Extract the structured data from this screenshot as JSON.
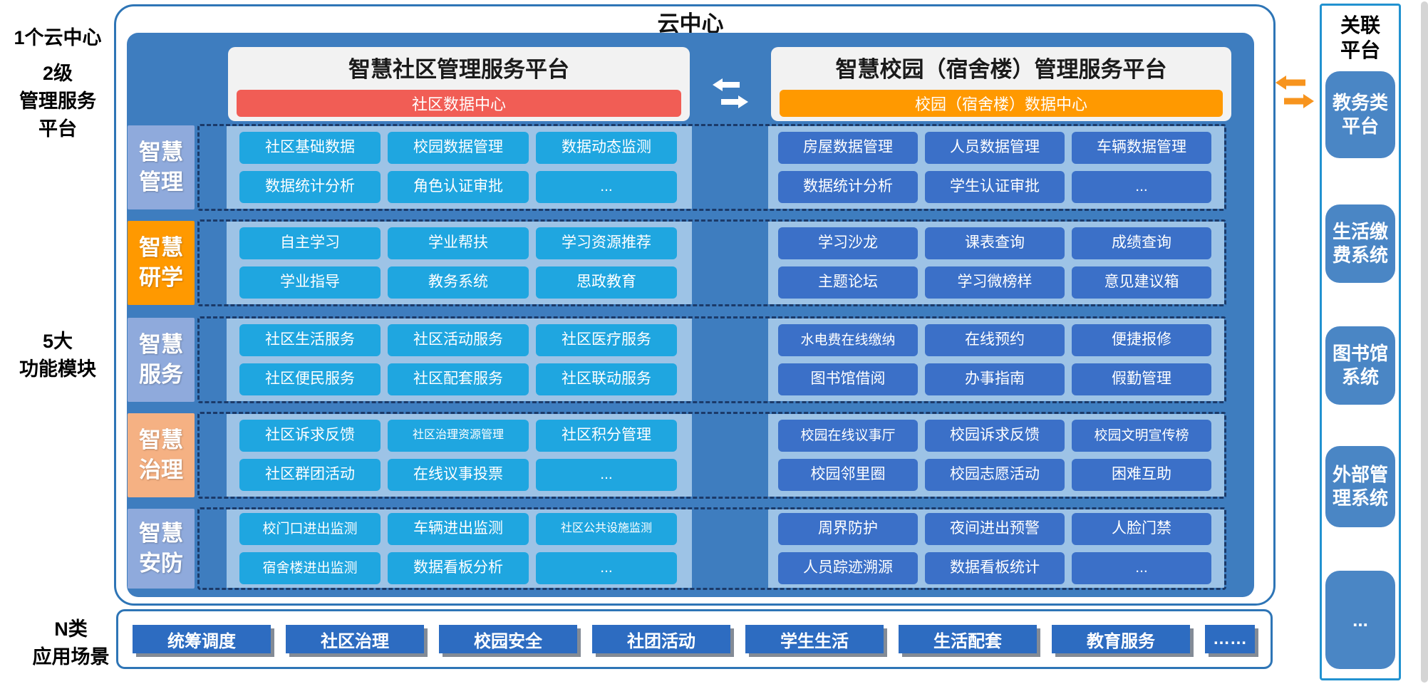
{
  "page": {
    "title": "云中心"
  },
  "left_labels": {
    "cloud_center": "1个云中心",
    "level": [
      "2级",
      "管理服务",
      "平台"
    ],
    "modules": [
      "5大",
      "功能模块"
    ],
    "scenes": [
      "N类",
      "应用场景"
    ]
  },
  "platforms": {
    "community": {
      "title": "智慧社区管理服务平台",
      "data_center": "社区数据中心",
      "bar_color": "#F15D55",
      "cell_color": "#1FA6E0"
    },
    "campus": {
      "title": "智慧校园（宿舍楼）管理服务平台",
      "data_center": "校园（宿舍楼）数据中心",
      "bar_color": "#FF9900",
      "cell_color": "#3B70C8"
    },
    "exchange_icon": "bidirectional-arrows"
  },
  "modules": [
    {
      "label": "智慧管理",
      "label_color": "#8FAADC",
      "community_cells": [
        [
          "社区基础数据",
          "校园数据管理",
          "数据动态监测"
        ],
        [
          "数据统计分析",
          "角色认证审批",
          "..."
        ]
      ],
      "campus_cells": [
        [
          "房屋数据管理",
          "人员数据管理",
          "车辆数据管理"
        ],
        [
          "数据统计分析",
          "学生认证审批",
          "..."
        ]
      ]
    },
    {
      "label": "智慧研学",
      "label_color": "#FF9900",
      "community_cells": [
        [
          "自主学习",
          "学业帮扶",
          "学习资源推荐"
        ],
        [
          "学业指导",
          "教务系统",
          "思政教育"
        ]
      ],
      "campus_cells": [
        [
          "学习沙龙",
          "课表查询",
          "成绩查询"
        ],
        [
          "主题论坛",
          "学习微榜样",
          "意见建议箱"
        ]
      ]
    },
    {
      "label": "智慧服务",
      "label_color": "#8FAADC",
      "community_cells": [
        [
          "社区生活服务",
          "社区活动服务",
          "社区医疗服务"
        ],
        [
          "社区便民服务",
          "社区配套服务",
          "社区联动服务"
        ]
      ],
      "campus_cells": [
        [
          "水电费在线缴纳",
          "在线预约",
          "便捷报修"
        ],
        [
          "图书馆借阅",
          "办事指南",
          "假勤管理"
        ]
      ]
    },
    {
      "label": "智慧治理",
      "label_color": "#F5B183",
      "community_cells": [
        [
          "社区诉求反馈",
          "社区治理资源管理",
          "社区积分管理"
        ],
        [
          "社区群团活动",
          "在线议事投票",
          "..."
        ]
      ],
      "campus_cells": [
        [
          "校园在线议事厅",
          "校园诉求反馈",
          "校园文明宣传榜"
        ],
        [
          "校园邻里圈",
          "校园志愿活动",
          "困难互助"
        ]
      ]
    },
    {
      "label": "智慧安防",
      "label_color": "#8FAADC",
      "community_cells": [
        [
          "校门口进出监测",
          "车辆进出监测",
          "社区公共设施监测"
        ],
        [
          "宿舍楼进出监测",
          "数据看板分析",
          "..."
        ]
      ],
      "campus_cells": [
        [
          "周界防护",
          "夜间进出预警",
          "人脸门禁"
        ],
        [
          "人员踪迹溯源",
          "数据看板统计",
          "..."
        ]
      ]
    }
  ],
  "related_platforms": {
    "title": "关联平台",
    "items": [
      "教务类平台",
      "生活缴费系统",
      "图书馆系统",
      "外部管理系统",
      "..."
    ]
  },
  "application_scenes": {
    "items": [
      "统筹调度",
      "社区治理",
      "校园安全",
      "社团活动",
      "学生生活",
      "生活配套",
      "教育服务",
      "……"
    ]
  },
  "colors": {
    "main_rect": "#3E7DBF",
    "row_panel": "#9DC3E6",
    "dashed_border": "#1B3A69",
    "outer_border": "#2E75B6",
    "related_border": "#2292D0",
    "scene_button": "#2D6CC1",
    "orange_arrow": "#F7941E"
  }
}
